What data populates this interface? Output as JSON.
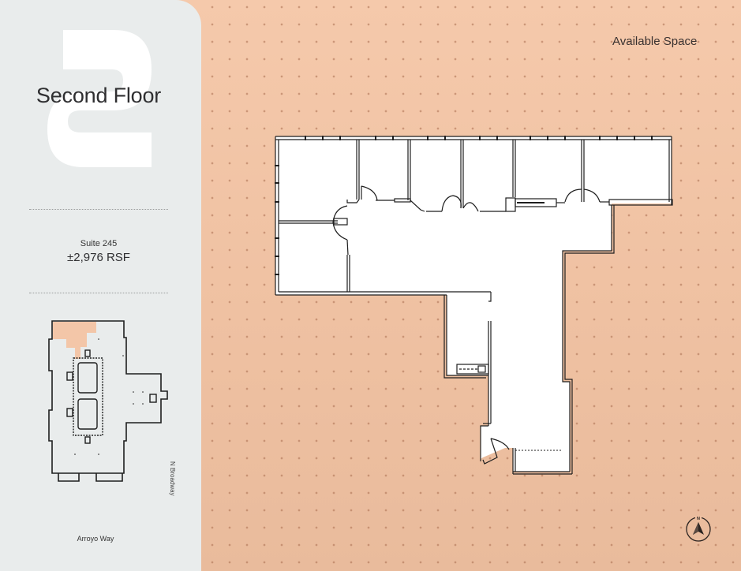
{
  "sidebar": {
    "floor_numeral": "2",
    "floor_title": "Second Floor",
    "suite": {
      "name": "Suite 245",
      "size": "±2,976 RSF"
    },
    "keyplan": {
      "street_side": "N Broadway",
      "street_bottom": "Arroyo Way",
      "highlight_color": "#f3c6a8"
    }
  },
  "plan": {
    "legend_label": "Available Space",
    "background_color": "#f3c6a8",
    "room_fill": "#ffffff",
    "wall_color": "#1e1e1e",
    "compass_label": "N"
  }
}
